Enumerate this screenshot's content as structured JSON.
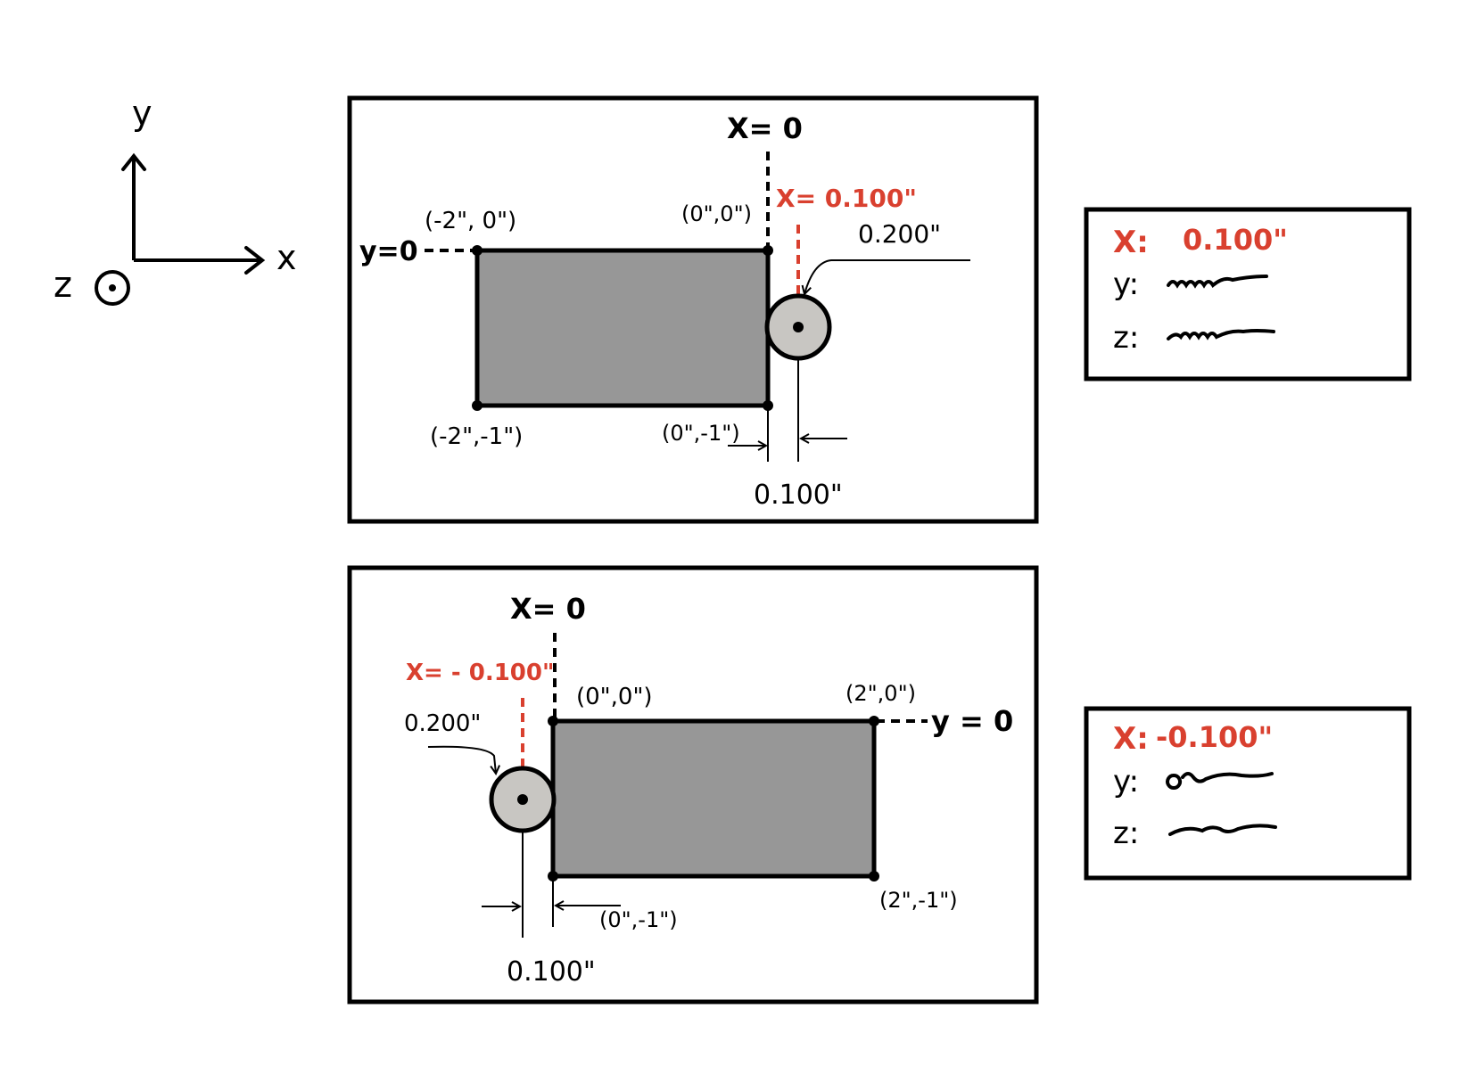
{
  "colors": {
    "ink": "#000000",
    "accent": "#d9402f",
    "part_fill": "#979797",
    "tool_fill": "#c8c6c2",
    "background": "#ffffff"
  },
  "axes": {
    "y_label": "y",
    "x_label": "x",
    "z_label": "z"
  },
  "top_view": {
    "x_zero_label": "X= 0",
    "y_zero_label": "y=0",
    "tool_x_label": "X= 0.100\"",
    "corner_tl": "(-2\", 0\")",
    "corner_tr": "(0\",0\")",
    "corner_bl": "(-2\",-1\")",
    "corner_br": "(0\",-1\")",
    "tool_diameter": "0.200\"",
    "offset_dim": "0.100\""
  },
  "bottom_view": {
    "x_zero_label": "X= 0",
    "y_zero_label": "y = 0",
    "tool_x_label": "X= - 0.100\"",
    "corner_tl": "(0\",0\")",
    "corner_tr": "(2\",0\")",
    "corner_bl": "(0\",-1\")",
    "corner_br": "(2\",-1\")",
    "tool_diameter": "0.200\"",
    "offset_dim": "0.100\""
  },
  "readout_top": {
    "x_label": "X:",
    "x_value": "0.100\"",
    "y_label": "y:",
    "z_label": "z:"
  },
  "readout_bottom": {
    "x_label": "X:",
    "x_value": "-0.100\"",
    "y_label": "y:",
    "z_label": "z:"
  }
}
